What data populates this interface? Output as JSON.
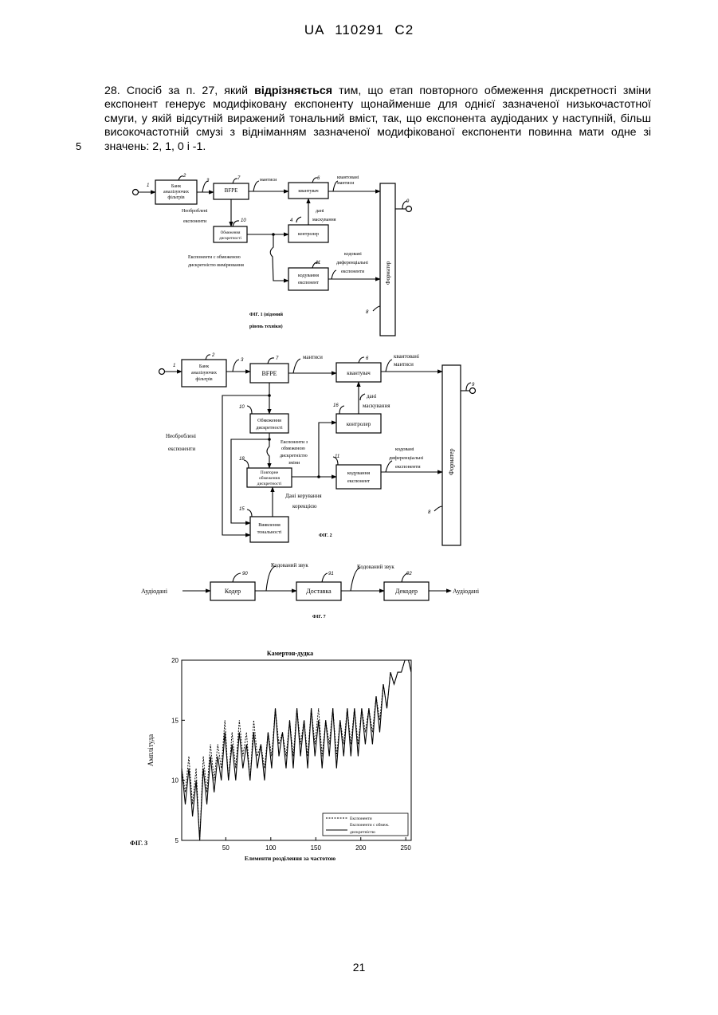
{
  "header": "UA   110291   C2",
  "claim": {
    "pre": "28. Спосіб за п. 27, який ",
    "bold": "відрізняється",
    "post": " тим, що етап повторного обмеження дискретності зміни експонент генерує модифіковану експоненту щонайменше для однієї зазначеної низькочастотної смуги, у якій відсутній виражений тональний вміст, так, що експонента аудіоданих у наступній, більш високочастотній смузі з відніманням зазначеної модифікованої експоненти повинна мати одне зі значень: 2, 1, 0 і -1."
  },
  "line_number": "5",
  "page_number": "21",
  "fig1": {
    "caption1": "ФІГ. 1 (відомий",
    "caption2": "рівень техніки)",
    "n1": "1",
    "n2": "2",
    "n3": "3",
    "n7": "7",
    "n6": "6",
    "n10": "10",
    "n4": "4",
    "n11": "11",
    "n9": "9",
    "n8": "8",
    "filterbank1": "Банк",
    "filterbank2": "аналізуючих",
    "filterbank3": "фільтрів",
    "bfpe": "BFPE",
    "quant": "квантувач",
    "limit1": "Обмеження",
    "limit2": "дискретності",
    "controller": "контролер",
    "coder1": "кодування",
    "coder2": "експонент",
    "formatter": "Форматер",
    "mant": "мантиси",
    "qmant1": "квантовані",
    "qmant2": "мантиси",
    "raw1": "Необроблені",
    "raw2": "експоненти",
    "mask1": "дані",
    "mask2": "маскування",
    "limexp1": "Експоненти с обмеженою",
    "limexp2": "дискретністю вимірювання",
    "coded1": "кодовані",
    "coded2": "диференціальні",
    "coded3": "експоненти"
  },
  "fig2": {
    "caption": "ФІГ. 2",
    "n1": "1",
    "n2": "2",
    "n3": "3",
    "n7": "7",
    "n6": "6",
    "n10": "10",
    "n16": "16",
    "n18": "18",
    "n11": "11",
    "n15": "15",
    "n9": "9",
    "n8": "8",
    "filterbank1": "Банк",
    "filterbank2": "аналізуючих",
    "filterbank3": "фільтрів",
    "bfpe": "BFPE",
    "quant": "квантувач",
    "limit1": "Обмеження",
    "limit2": "дискретності",
    "controller": "контролер",
    "relimit1": "Повторне",
    "relimit2": "обмеження",
    "relimit3": "дискретності",
    "coder1": "кодування",
    "coder2": "експонент",
    "tonal1": "Виявлення",
    "tonal2": "тональності",
    "formatter": "Форматер",
    "mant": "мантиси",
    "qmant1": "квантовані",
    "qmant2": "мантиси",
    "raw1": "Необроблені",
    "raw2": "експоненти",
    "mask1": "дані",
    "mask2": "маскування",
    "limexp1": "Експоненти з",
    "limexp2": "обмеженою",
    "limexp3": "дискретністю",
    "limexp4": "зміни",
    "corr1": "Дані керування",
    "corr2": "корекцією",
    "coded1": "кодовані",
    "coded2": "диференціальні",
    "coded3": "експоненти"
  },
  "fig7": {
    "caption": "ФІГ. 7",
    "n90": "90",
    "n91": "91",
    "n92": "92",
    "in": "Аудіодані",
    "coder": "Кодер",
    "delivery": "Доставка",
    "decoder": "Декодер",
    "out": "Аудіодані",
    "sig1": "Кодований звук",
    "sig2": "Кодований звук"
  },
  "fig3": {
    "caption": "ФІГ. 3",
    "chart_data": {
      "type": "line",
      "title": "Камертон-дудка",
      "xlabel": "Елементи розділення за частотою",
      "ylabel": "Амплітуда",
      "xlim": [
        1,
        256
      ],
      "ylim": [
        5,
        20
      ],
      "xticks": [
        "50",
        "100",
        "150",
        "200",
        "250"
      ],
      "yticks": [
        "5",
        "10",
        "15",
        "20"
      ],
      "legend_position": "bottom-right",
      "legend": [
        "Експоненти",
        "Експоненти с обмеж.",
        "дискретністю"
      ],
      "series": [
        {
          "name": "Експоненти",
          "style": "dashed",
          "x": [
            1,
            5,
            9,
            13,
            17,
            21,
            25,
            29,
            33,
            37,
            41,
            45,
            49,
            53,
            57,
            61,
            65,
            69,
            73,
            77,
            81,
            85,
            89,
            93,
            97,
            101,
            105,
            109,
            113,
            117,
            121,
            125,
            129,
            133,
            137,
            141,
            145,
            149,
            153,
            157,
            161,
            165,
            169,
            173,
            177,
            181,
            185,
            189,
            193,
            197,
            201,
            205,
            209,
            213,
            217,
            221,
            225,
            229,
            233,
            237,
            241,
            245,
            249,
            253,
            256
          ],
          "y": [
            11,
            9,
            12,
            8,
            11,
            5,
            12,
            9,
            13,
            10,
            13,
            11,
            15,
            10,
            14,
            11,
            15,
            12,
            14,
            10,
            15,
            12,
            13,
            11,
            14,
            12,
            16,
            13,
            14,
            12,
            15,
            12,
            16,
            13,
            15,
            12,
            16,
            13,
            16,
            12,
            15,
            13,
            16,
            12,
            15,
            13,
            16,
            13,
            16,
            13,
            16,
            14,
            16,
            14,
            17,
            15,
            18,
            16,
            19,
            18,
            19,
            19,
            20,
            20,
            19
          ]
        },
        {
          "name": "Експоненти с обмеж. дискретністю",
          "style": "solid",
          "x": [
            1,
            5,
            9,
            13,
            17,
            21,
            25,
            29,
            33,
            37,
            41,
            45,
            49,
            53,
            57,
            61,
            65,
            69,
            73,
            77,
            81,
            85,
            89,
            93,
            97,
            101,
            105,
            109,
            113,
            117,
            121,
            125,
            129,
            133,
            137,
            141,
            145,
            149,
            153,
            157,
            161,
            165,
            169,
            173,
            177,
            181,
            185,
            189,
            193,
            197,
            201,
            205,
            209,
            213,
            217,
            221,
            225,
            229,
            233,
            237,
            241,
            245,
            249,
            253,
            256
          ],
          "y": [
            11,
            8,
            11,
            7,
            10,
            5,
            11,
            8,
            12,
            9,
            12,
            10,
            14,
            10,
            13,
            10,
            14,
            11,
            13,
            10,
            14,
            11,
            13,
            10,
            14,
            11,
            16,
            12,
            14,
            11,
            15,
            11,
            16,
            12,
            15,
            11,
            16,
            12,
            15,
            11,
            15,
            12,
            16,
            11,
            15,
            12,
            16,
            12,
            16,
            12,
            16,
            13,
            16,
            13,
            17,
            14,
            18,
            16,
            19,
            18,
            19,
            19,
            20,
            20,
            19
          ]
        }
      ]
    }
  }
}
